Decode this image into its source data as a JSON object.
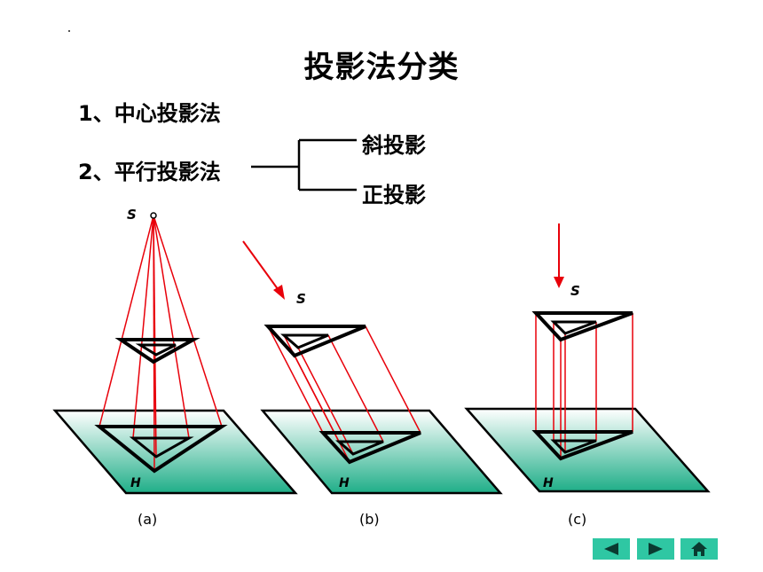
{
  "title": "投影法分类",
  "items": {
    "central": "1、中心投影法",
    "parallel": "2、平行投影法"
  },
  "branches": {
    "oblique": "斜投影",
    "orthographic": "正投影"
  },
  "figures": {
    "source_label": "S",
    "plane_label": "H",
    "captions": [
      "(a)",
      "(b)",
      "(c)"
    ]
  },
  "colors": {
    "projection_line": "#e8000a",
    "plane_top": "#ffffff",
    "plane_bottom": "#1fae88",
    "nav_button": "#2fc7a3"
  },
  "nav": {
    "prev_icon": "triangle-left-icon",
    "next_icon": "triangle-right-icon",
    "home_icon": "home-icon"
  }
}
